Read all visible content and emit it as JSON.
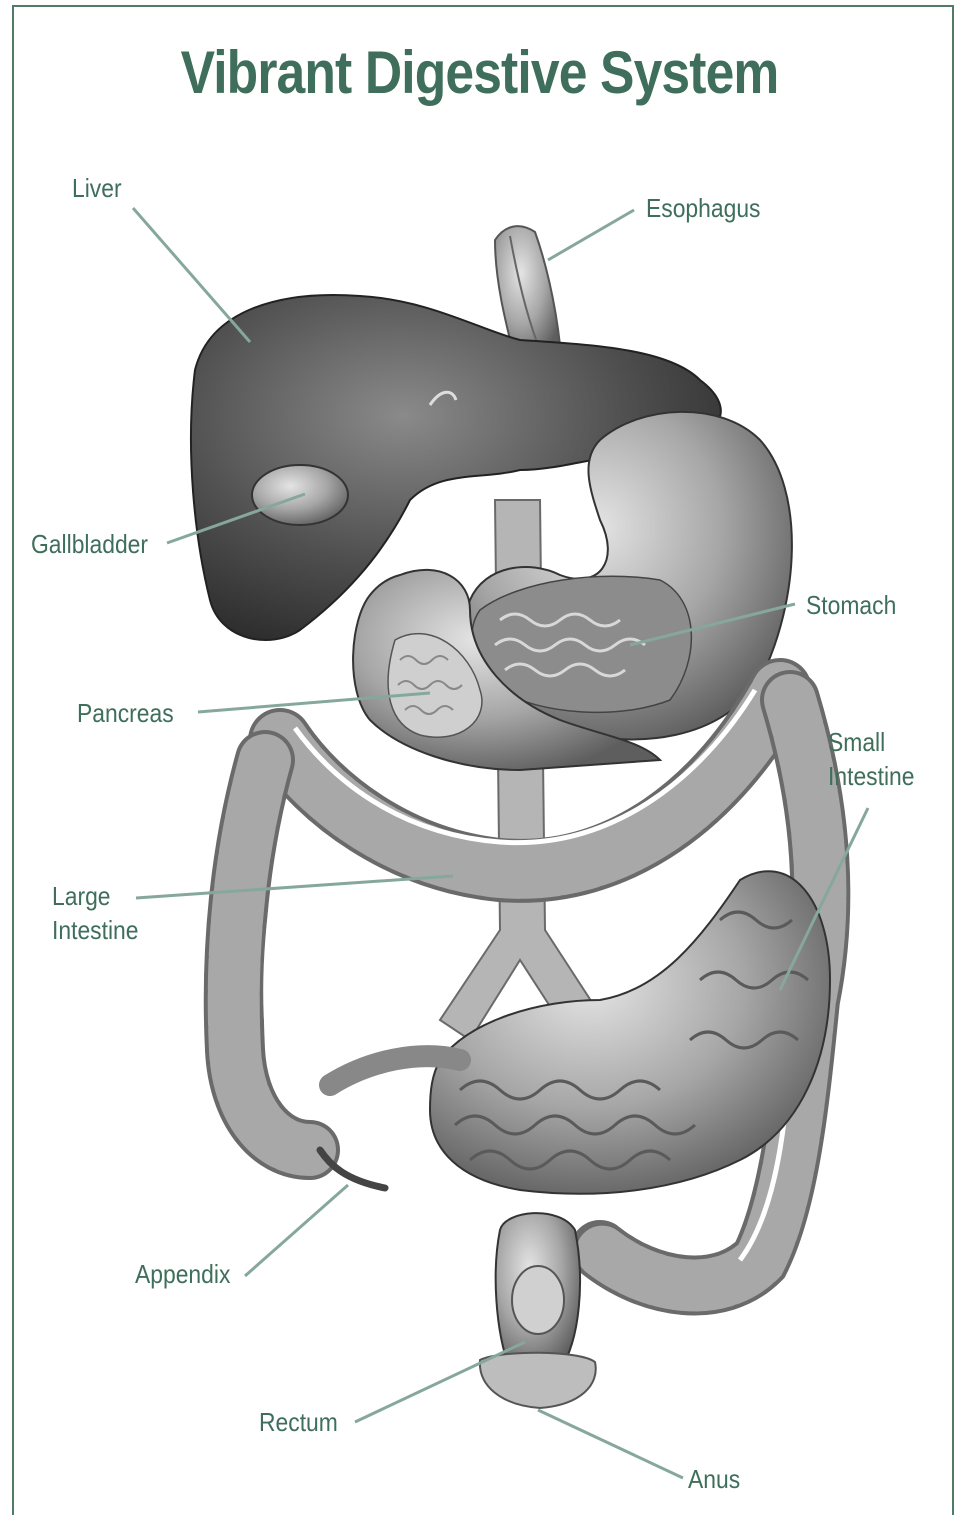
{
  "title": "Vibrant Digestive System",
  "colors": {
    "accent": "#3f6f5c",
    "leader": "#86a89a",
    "organ_dark": "#4a4a4a",
    "organ_mid": "#9a9a9a"
  },
  "labels": {
    "liver": "Liver",
    "esophagus": "Esophagus",
    "gallbladder": "Gallbladder",
    "stomach": "Stomach",
    "pancreas": "Pancreas",
    "small_intestine_1": "Small",
    "small_intestine_2": "Intestine",
    "large_intestine_1": "Large",
    "large_intestine_2": "Intestine",
    "appendix": "Appendix",
    "rectum": "Rectum",
    "anus": "Anus"
  }
}
